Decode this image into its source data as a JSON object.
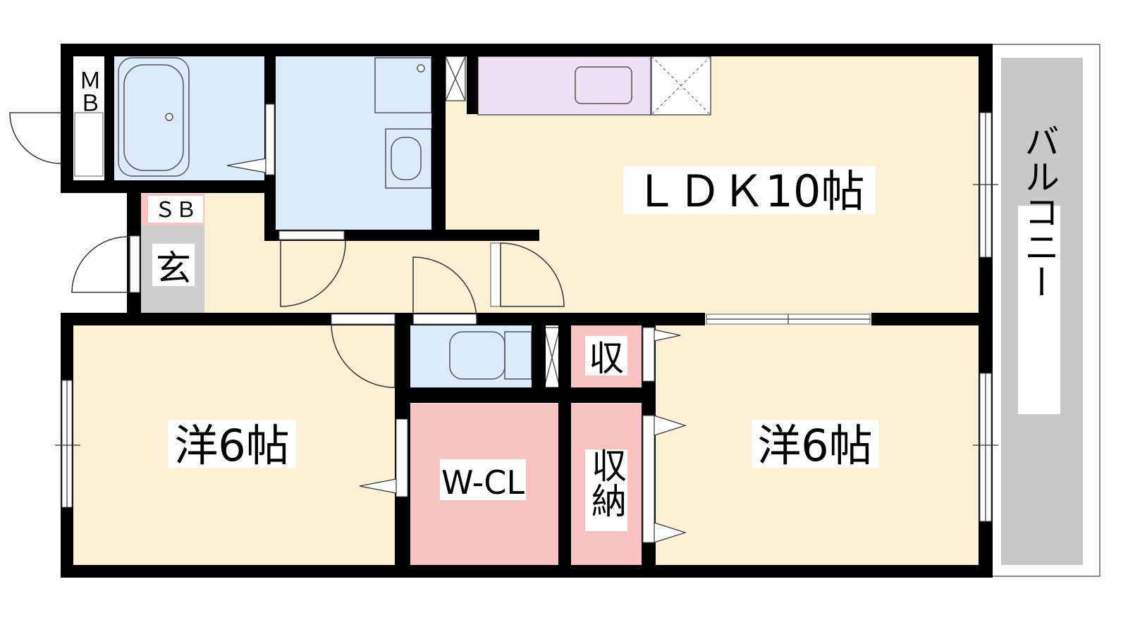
{
  "colors": {
    "wall": "#000000",
    "living_floor": "#fcf1d4",
    "wet_area": "#dbeafc",
    "storage": "#f9c3c3",
    "entrance": "#cfcfcf",
    "kitchen": "#eedff5",
    "balcony": "#c8c8c8",
    "white": "#ffffff"
  },
  "rooms": {
    "ldk": "ＬＤＫ10帖",
    "western_left": "洋6帖",
    "western_right": "洋6帖",
    "walk_in_closet": "W-CL",
    "storage_small": "収",
    "storage_large": "収納",
    "entrance": "玄",
    "shoe_box": "ＳＢ",
    "meter_box": "ＭＢ",
    "balcony": "バルコニー"
  }
}
